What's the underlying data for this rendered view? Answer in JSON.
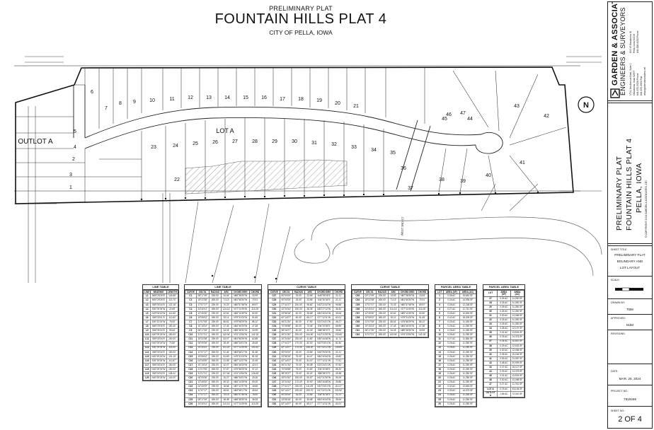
{
  "header": {
    "subtitle": "PRELIMINARY PLAT",
    "title": "FOUNTAIN HILLS PLAT 4",
    "city": "CITY OF PELLA, IOWA"
  },
  "plan": {
    "outlot_label": "OUTLOT A",
    "lot_a_label": "LOT A",
    "street_label": "WEST 3RD ST",
    "lots_top": [
      "6",
      "7",
      "8",
      "9",
      "10",
      "11",
      "12",
      "13",
      "14",
      "15",
      "16",
      "17",
      "18",
      "19",
      "20",
      "21"
    ],
    "lots_middle": [
      "23",
      "24",
      "25",
      "26",
      "27",
      "28",
      "29",
      "30",
      "31",
      "32",
      "33",
      "34",
      "35",
      "36"
    ],
    "lots_right": [
      "37",
      "38",
      "39",
      "40",
      "41",
      "42",
      "43",
      "44",
      "45",
      "46",
      "47"
    ],
    "lots_left": [
      "1",
      "2",
      "3",
      "4",
      "5",
      "22"
    ],
    "north_label": "N"
  },
  "tables": {
    "line1": {
      "title": "LINE TABLE",
      "headers": [
        "LINE",
        "BEARING",
        "LENGTH"
      ],
      "rows": [
        [
          "L1",
          "N89°29'26\"E",
          "143.66'"
        ],
        [
          "L2",
          "N90°29'26\"E",
          "113.70'"
        ],
        [
          "L3",
          "S89°30'34\"E",
          "122.18'"
        ],
        [
          "L4",
          "S00°29'26\"W",
          "22.69'"
        ],
        [
          "L5",
          "N29°03'15\"W",
          "114.60'"
        ],
        [
          "L6",
          "S89°33'01\"E",
          "112.62'"
        ],
        [
          "L7",
          "S00°22'15\"W",
          "75.00'"
        ],
        [
          "L8",
          "N89°29'26\"E",
          "150.40'"
        ],
        [
          "L9",
          "S89°30'34\"E",
          "95.64'"
        ],
        [
          "L10",
          "N00°29'26\"W",
          "150.00'"
        ],
        [
          "L11",
          "S89°30'34\"E",
          "100.00'"
        ],
        [
          "L12",
          "N00°29'26\"W",
          "70.80'"
        ],
        [
          "L13",
          "S00°29'26\"W",
          "115.00'"
        ],
        [
          "L14",
          "S89°30'34\"E",
          "150.00'"
        ],
        [
          "L15",
          "N00°29'26\"W",
          "101.15'"
        ],
        [
          "L16",
          "S00°29'26\"W",
          "112.87'"
        ],
        [
          "L17",
          "S89°30'34\"E",
          "150.00'"
        ],
        [
          "L18",
          "N00°29'26\"W",
          "150.00'"
        ],
        [
          "L19",
          "S89°30'34\"E",
          "138.41'"
        ],
        [
          "L20",
          "N00°29'26\"W",
          "140.00'"
        ]
      ]
    },
    "line2": {
      "title": "LINE TABLE",
      "headers": [
        "CURVE",
        "DELTA",
        "RADIUS",
        "ARC",
        "CHORD BRG",
        "CHORD"
      ],
      "rows": [
        [
          "C1",
          "08°17'49\"",
          "235.00'",
          "34.04'",
          "N85°38'30\"W",
          "33.99'"
        ],
        [
          "C2",
          "15°22'38\"",
          "265.00'",
          "71.13'",
          "N81°56'30\"W",
          "70.91'"
        ],
        [
          "C3",
          "17°07'17\"",
          "235.00'",
          "70.23'",
          "N80°57'48\"W",
          "69.97'"
        ],
        [
          "C4",
          "24°40'41\"",
          "265.00'",
          "114.14'",
          "N77°11'05\"W",
          "113.26'"
        ],
        [
          "C5",
          "12°49'30\"",
          "235.00'",
          "52.61'",
          "N83°10'49\"W",
          "52.50'"
        ],
        [
          "C6",
          "19°55'02\"",
          "265.00'",
          "92.11'",
          "N79°31'03\"W",
          "91.65'"
        ],
        [
          "C7",
          "21°07'06\"",
          "235.00'",
          "86.61'",
          "N79°58'29\"W",
          "86.12'"
        ],
        [
          "C8",
          "10°15'24\"",
          "265.00'",
          "47.44'",
          "N84°46'33\"W",
          "47.38'"
        ],
        [
          "C9",
          "08°17'49\"",
          "235.00'",
          "34.04'",
          "N85°38'30\"W",
          "33.99'"
        ],
        [
          "C10",
          "31°07'21\"",
          "265.00'",
          "143.94'",
          "N74°13'54\"W",
          "142.18'"
        ],
        [
          "C11",
          "15°22'38\"",
          "235.00'",
          "63.07'",
          "N81°56'30\"W",
          "62.88'"
        ],
        [
          "C12",
          "06°09'36\"",
          "265.00'",
          "28.49'",
          "N86°33'01\"W",
          "28.48'"
        ],
        [
          "C13",
          "24°40'41\"",
          "235.00'",
          "101.22'",
          "N77°11'05\"W",
          "100.44'"
        ],
        [
          "C14",
          "11°07'17\"",
          "265.00'",
          "51.44'",
          "N83°58'17\"W",
          "51.36'"
        ],
        [
          "C15",
          "19°55'02\"",
          "235.00'",
          "81.69'",
          "N79°31'03\"W",
          "81.28'"
        ],
        [
          "C16",
          "04°33'09\"",
          "265.00'",
          "21.05'",
          "N87°12'37\"W",
          "21.05'"
        ],
        [
          "C17",
          "10°15'24\"",
          "235.00'",
          "42.07'",
          "N84°46'33\"W",
          "42.01'"
        ],
        [
          "C18",
          "21°07'06\"",
          "265.00'",
          "97.67'",
          "N79°58'29\"W",
          "97.12'"
        ],
        [
          "C19",
          "31°07'21\"",
          "235.00'",
          "127.64'",
          "N74°13'54\"W",
          "126.08'"
        ],
        [
          "C20",
          "06°09'36\"",
          "235.00'",
          "25.27'",
          "N86°33'01\"W",
          "25.26'"
        ],
        [
          "C21",
          "12°49'30\"",
          "265.00'",
          "59.32'",
          "N83°10'49\"W",
          "59.20'"
        ],
        [
          "C22",
          "04°33'09\"",
          "235.00'",
          "18.66'",
          "N87°12'37\"W",
          "18.66'"
        ],
        [
          "C23",
          "11°07'17\"",
          "235.00'",
          "45.61'",
          "N83°58'17\"W",
          "45.54'"
        ],
        [
          "C24",
          "17°07'17\"",
          "265.00'",
          "79.19'",
          "N80°57'48\"W",
          "78.90'"
        ],
        [
          "C25",
          "08°17'49\"",
          "265.00'",
          "38.38'",
          "N85°38'30\"W",
          "38.35'"
        ],
        [
          "C26",
          "24°40'41\"",
          "265.00'",
          "114.14'",
          "N77°11'05\"W",
          "113.26'"
        ]
      ]
    },
    "curve1": {
      "title": "CURVE TABLE",
      "headers": [
        "CURVE",
        "DELTA",
        "RADIUS",
        "ARC",
        "CHORD BRG",
        "CHORD"
      ],
      "rows": [
        [
          "C27",
          "90°00'00\"",
          "15.00'",
          "23.56'",
          "N45°29'26\"E",
          "21.21'"
        ],
        [
          "C28",
          "90°00'00\"",
          "15.00'",
          "23.56'",
          "S44°30'34\"E",
          "21.21'"
        ],
        [
          "C29",
          "27°44'17\"",
          "200.00'",
          "96.82'",
          "N13°22'42\"W",
          "95.88'"
        ],
        [
          "C30",
          "10°24'44\"",
          "200.00'",
          "36.35'",
          "N32°27'12\"W",
          "36.30'"
        ],
        [
          "C31",
          "33°58'18\"",
          "60.00'",
          "35.58'",
          "N54°40'44\"W",
          "35.06'"
        ],
        [
          "C32",
          "62°14'07\"",
          "60.00'",
          "65.17'",
          "S77°12'11\"W",
          "62.01'"
        ],
        [
          "C33",
          "45°21'34\"",
          "60.00'",
          "47.50'",
          "S23°24'21\"W",
          "46.27'"
        ],
        [
          "C34",
          "70°08'58\"",
          "60.00'",
          "73.46'",
          "S34°20'55\"E",
          "68.96'"
        ],
        [
          "C35",
          "38°26'27\"",
          "60.00'",
          "40.25'",
          "S88°38'37\"E",
          "39.50'"
        ],
        [
          "C36",
          "26°01'52\"",
          "230.00'",
          "104.50'",
          "N12°31'30\"W",
          "103.60'"
        ],
        [
          "C37",
          "10°24'44\"",
          "230.00'",
          "41.80'",
          "N30°44'48\"W",
          "41.74'"
        ],
        [
          "C38",
          "27°44'17\"",
          "170.00'",
          "82.30'",
          "N22°03'01\"W",
          "81.50'"
        ],
        [
          "C39",
          "52°14'07\"",
          "170.00'",
          "155.00'",
          "N17°42'11\"W",
          "149.69'"
        ],
        [
          "C40",
          "90°00'00\"",
          "15.00'",
          "23.56'",
          "S45°29'26\"W",
          "21.21'"
        ],
        [
          "C41",
          "33°58'18\"",
          "75.00'",
          "44.47'",
          "N54°40'44\"W",
          "43.82'"
        ],
        [
          "C42",
          "62°14'07\"",
          "75.00'",
          "81.47'",
          "S77°12'11\"W",
          "77.51'"
        ],
        [
          "C43",
          "45°21'34\"",
          "75.00'",
          "59.38'",
          "S23°24'21\"W",
          "57.84'"
        ],
        [
          "C44",
          "70°08'58\"",
          "75.00'",
          "91.82'",
          "S34°20'55\"E",
          "86.20'"
        ],
        [
          "C45",
          "38°26'27\"",
          "75.00'",
          "50.32'",
          "S88°38'37\"E",
          "49.38'"
        ],
        [
          "C46",
          "26°01'52\"",
          "200.00'",
          "90.87'",
          "N12°31'30\"W",
          "90.09'"
        ],
        [
          "C47",
          "10°24'44\"",
          "170.00'",
          "30.90'",
          "N30°44'48\"W",
          "30.86'"
        ],
        [
          "C48",
          "27°44'17\"",
          "230.00'",
          "111.35'",
          "N22°03'01\"W",
          "110.27'"
        ],
        [
          "C49",
          "52°14'07\"",
          "230.00'",
          "209.70'",
          "N17°42'11\"W",
          "202.52'"
        ],
        [
          "C50",
          "90°00'00\"",
          "15.00'",
          "23.56'",
          "S44°30'34\"E",
          "21.21'"
        ],
        [
          "C51",
          "33°58'18\"",
          "60.00'",
          "35.58'",
          "N54°40'44\"W",
          "35.06'"
        ],
        [
          "C52",
          "62°14'07\"",
          "60.00'",
          "65.17'",
          "S77°12'11\"W",
          "62.01'"
        ]
      ]
    },
    "curve2": {
      "title": "CURVE TABLE",
      "headers": [
        "CURVE",
        "DELTA",
        "RADIUS",
        "ARC",
        "CHORD BRG",
        "CHORD"
      ],
      "rows": [
        [
          "C53",
          "03°17'49\"",
          "235.00'",
          "13.53'",
          "N87°38'30\"W",
          "13.53'"
        ],
        [
          "C54",
          "15°22'38\"",
          "265.00'",
          "71.13'",
          "N81°56'30\"W",
          "70.91'"
        ],
        [
          "C55",
          "17°07'17\"",
          "235.00'",
          "70.23'",
          "N80°57'48\"W",
          "69.97'"
        ],
        [
          "C56",
          "24°40'41\"",
          "265.00'",
          "114.14'",
          "N77°11'05\"W",
          "113.26'"
        ],
        [
          "C57",
          "12°49'30\"",
          "235.00'",
          "52.61'",
          "N83°10'49\"W",
          "52.50'"
        ],
        [
          "C58",
          "19°55'02\"",
          "265.00'",
          "92.11'",
          "N79°31'03\"W",
          "91.65'"
        ],
        [
          "C59",
          "21°07'06\"",
          "235.00'",
          "86.61'",
          "N79°58'29\"W",
          "86.12'"
        ],
        [
          "C60",
          "10°15'24\"",
          "265.00'",
          "47.44'",
          "N84°46'33\"W",
          "47.38'"
        ],
        [
          "C61",
          "08°17'49\"",
          "235.00'",
          "34.04'",
          "N85°38'30\"W",
          "33.99'"
        ],
        [
          "C62",
          "31°07'21\"",
          "265.00'",
          "143.94'",
          "N74°13'54\"W",
          "142.18'"
        ]
      ]
    },
    "parcel1": {
      "title": "PARCEL AREA TABLE",
      "headers": [
        "LOT",
        "AREA (SF)",
        "AREA (AC)"
      ],
      "rows": [
        [
          "1",
          "0.36 AC",
          "15,681 SF"
        ],
        [
          "2",
          "0.34 AC",
          "14,955 SF"
        ],
        [
          "3",
          "0.28 AC",
          "12,248 SF"
        ],
        [
          "4",
          "0.27 AC",
          "11,741 SF"
        ],
        [
          "5",
          "0.25 AC",
          "10,894 SF"
        ],
        [
          "6",
          "0.42 AC",
          "18,309 SF"
        ],
        [
          "7",
          "0.26 AC",
          "11,245 SF"
        ],
        [
          "8",
          "0.26 AC",
          "11,250 SF"
        ],
        [
          "9",
          "0.26 AC",
          "11,250 SF"
        ],
        [
          "10",
          "0.26 AC",
          "11,250 SF"
        ],
        [
          "11",
          "0.27 AC",
          "11,560 SF"
        ],
        [
          "12",
          "0.26 AC",
          "11,250 SF"
        ],
        [
          "13",
          "0.26 AC",
          "11,250 SF"
        ],
        [
          "14",
          "0.26 AC",
          "11,250 SF"
        ],
        [
          "15",
          "0.26 AC",
          "11,250 SF"
        ],
        [
          "16",
          "0.26 AC",
          "11,250 SF"
        ],
        [
          "17",
          "0.26 AC",
          "11,250 SF"
        ],
        [
          "18",
          "0.26 AC",
          "11,250 SF"
        ],
        [
          "19",
          "0.26 AC",
          "11,250 SF"
        ],
        [
          "20",
          "0.26 AC",
          "11,250 SF"
        ],
        [
          "21",
          "0.26 AC",
          "11,250 SF"
        ],
        [
          "22",
          "0.32 AC",
          "13,863 SF"
        ],
        [
          "23",
          "0.33 AC",
          "14,375 SF"
        ],
        [
          "24",
          "0.26 AC",
          "11,250 SF"
        ],
        [
          "25",
          "0.26 AC",
          "11,250 SF"
        ],
        [
          "26",
          "0.26 AC",
          "11,250 SF"
        ]
      ]
    },
    "parcel2": {
      "title": "PARCEL AREA TABLE",
      "headers": [
        "LOT",
        "AREA (SF)",
        "AREA (AC)"
      ],
      "rows": [
        [
          "27",
          "0.26 AC",
          "11,250 SF"
        ],
        [
          "28",
          "0.26 AC",
          "11,250 SF"
        ],
        [
          "29",
          "0.26 AC",
          "11,250 SF"
        ],
        [
          "30",
          "0.26 AC",
          "11,250 SF"
        ],
        [
          "31",
          "0.30 AC",
          "13,068 SF"
        ],
        [
          "32",
          "0.26 AC",
          "11,250 SF"
        ],
        [
          "33",
          "0.26 AC",
          "11,250 SF"
        ],
        [
          "34",
          "0.28 AC",
          "12,197 SF"
        ],
        [
          "35",
          "0.31 AC",
          "13,504 SF"
        ],
        [
          "36",
          "0.33 AC",
          "14,375 SF"
        ],
        [
          "37",
          "0.34 AC",
          "14,810 SF"
        ],
        [
          "38",
          "0.29 AC",
          "12,632 SF"
        ],
        [
          "39",
          "0.30 AC",
          "13,068 SF"
        ],
        [
          "40",
          "0.35 AC",
          "15,246 SF"
        ],
        [
          "41",
          "0.53 AC",
          "23,087 SF"
        ],
        [
          "42",
          "0.48 AC",
          "20,909 SF"
        ],
        [
          "43",
          "0.37 AC",
          "16,117 SF"
        ],
        [
          "44",
          "0.33 AC",
          "14,375 SF"
        ],
        [
          "45",
          "0.31 AC",
          "13,504 SF"
        ],
        [
          "46",
          "0.30 AC",
          "13,068 SF"
        ],
        [
          "47",
          "0.27 AC",
          "11,761 SF"
        ],
        [
          "LOT A",
          "0.76 AC",
          "33,106 SF"
        ],
        [
          "OUTLOT A",
          "1.66 AC",
          "72,310 SF"
        ]
      ]
    }
  },
  "title_block": {
    "firm_name": "GARDEN & ASSOCIATES, LTD.",
    "firm_sub": "ENGINEERS & SURVEYORS",
    "address_lines": [
      "1701 3rd Avenue East, Suite 1",
      "Oskaloosa, Iowa 52577",
      "641.672.2526 Phone",
      "641.672.2523 Fax",
      "www.gardenassociates.net",
      "600 W Oskaloosa St",
      "Pella, Iowa 50219",
      "641.628.4193 Phone"
    ],
    "copyright": "© COPYRIGHT 2024 GARDEN & ASSOCIATES, LTD.",
    "project_title_lines": [
      "PRELIMINARY PLAT",
      "FOUNTAIN HILLS PLAT 4",
      "PELLA, IOWA"
    ],
    "sheet_title_label": "SHEET TITLE",
    "sheet_title_lines": [
      "PRELIMINARY PLAT",
      "BOUNDARY AND",
      "LOT LAYOUT"
    ],
    "scale_label": "SCALE:",
    "drawn_by_label": "DRAWN BY:",
    "drawn_by": "TBM",
    "approved_label": "APPROVED:",
    "approved": "MJM",
    "revisions_label": "REVISIONS:",
    "date_label": "DATE:",
    "date": "MAR. 25, 2024",
    "project_no_label": "PROJECT NO.:",
    "project_no": "7818459",
    "sheet_no_label": "SHEET NO.:",
    "sheet_no": "2 OF 4"
  }
}
